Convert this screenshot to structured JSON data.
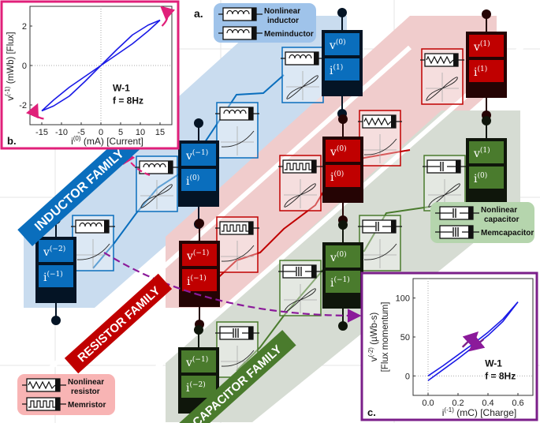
{
  "panel_a": {
    "label": "a.",
    "families": [
      {
        "name": "INDUCTOR FAMILY",
        "color": "#0a6ebd",
        "band": "#c9dcef",
        "box": "#0a6ebd",
        "dark": "#041425",
        "blocks": [
          {
            "v": "v",
            "vsup": "(−2)",
            "i": "i",
            "isup": "(−1)"
          },
          {
            "v": "v",
            "vsup": "(−1)",
            "i": "i",
            "isup": "(0)"
          },
          {
            "v": "v",
            "vsup": "(0)",
            "i": "i",
            "isup": "(1)"
          }
        ]
      },
      {
        "name": "RESISTOR FAMILY",
        "color": "#c00000",
        "band": "#f0cccc",
        "box": "#c00000",
        "dark": "#250404",
        "blocks": [
          {
            "v": "v",
            "vsup": "(−1)",
            "i": "i",
            "isup": "(−1)"
          },
          {
            "v": "v",
            "vsup": "(0)",
            "i": "i",
            "isup": "(0)"
          },
          {
            "v": "v",
            "vsup": "(1)",
            "i": "i",
            "isup": "(1)"
          }
        ]
      },
      {
        "name": "CAPACITOR FAMILY",
        "color": "#4a7b2d",
        "band": "#d6dcd3",
        "box": "#4a7b2d",
        "dark": "#0f160b",
        "blocks": [
          {
            "v": "v",
            "vsup": "(−1)",
            "i": "i",
            "isup": "(−2)"
          },
          {
            "v": "v",
            "vsup": "(0)",
            "i": "i",
            "isup": "(−1)"
          },
          {
            "v": "v",
            "vsup": "(1)",
            "i": "i",
            "isup": "(0)"
          }
        ]
      }
    ],
    "legends": {
      "inductor": {
        "line1": "Nonlinear",
        "line2": "inductor",
        "line3": "Meminductor",
        "bg": "#9fc3ea"
      },
      "resistor": {
        "line1": "Nonlinear",
        "line2": "resistor",
        "line3": "Memristor",
        "bg": "#f8b4b4"
      },
      "capacitor": {
        "line1": "Nonlinear",
        "line2": "capacitor",
        "line3": "Memcapacitor",
        "bg": "#b5d5ad"
      }
    }
  },
  "chart_data": [
    {
      "panel": "b.",
      "type": "line",
      "title": "",
      "xlabel_base": "i",
      "xlabel_sup": "(0)",
      "xlabel_rest": " (mA) [Current]",
      "ylabel_base": "v",
      "ylabel_sup": "(-1)",
      "ylabel_rest": " (mWb) [Flux]",
      "xlim": [
        -18,
        18
      ],
      "ylim": [
        -3,
        3
      ],
      "xticks": [
        "-15",
        "-10",
        "-5",
        "0",
        "5",
        "10",
        "15"
      ],
      "xtick_values": [
        -15,
        -10,
        -5,
        0,
        5,
        10,
        15
      ],
      "yticks": [
        "-2",
        "0",
        "2"
      ],
      "ytick_values": [
        -2,
        0,
        2
      ],
      "annotation_line1": "W-1",
      "annotation_line2": "f = 8Hz",
      "series": [
        {
          "name": "upper branch",
          "x": [
            -15,
            -12,
            -8,
            -4,
            0,
            4,
            8,
            12,
            15
          ],
          "y": [
            -2.3,
            -2.05,
            -1.55,
            -0.8,
            0,
            0.55,
            1.1,
            1.75,
            2.3
          ]
        },
        {
          "name": "lower branch",
          "x": [
            15,
            12,
            8,
            4,
            0,
            -4,
            -8,
            -12,
            -15
          ],
          "y": [
            2.3,
            2.05,
            1.55,
            0.8,
            0,
            -0.55,
            -1.1,
            -1.75,
            -2.3
          ]
        }
      ],
      "line_color": "#1a1ae6",
      "arrow_color": "#e0207a"
    },
    {
      "panel": "c.",
      "type": "line",
      "title": "",
      "xlabel_base": "i",
      "xlabel_sup": "(-1)",
      "xlabel_rest": " (mC) [Charge]",
      "ylabel_base": "v",
      "ylabel_sup": "(-2)",
      "ylabel_rest": " (µWb-s)",
      "ylabel_line2": "[Flux momentum]",
      "xlim": [
        -0.1,
        0.7
      ],
      "ylim": [
        -25,
        125
      ],
      "xticks": [
        "0.0",
        "0.2",
        "0.4",
        "0.6"
      ],
      "xtick_values": [
        0,
        0.2,
        0.4,
        0.6
      ],
      "yticks": [
        "0",
        "50",
        "100"
      ],
      "ytick_values": [
        0,
        50,
        100
      ],
      "annotation_line1": "W-1",
      "annotation_line2": "f = 8Hz",
      "series": [
        {
          "name": "upper branch",
          "x": [
            0,
            0.1,
            0.2,
            0.3,
            0.4,
            0.5,
            0.6
          ],
          "y": [
            0,
            13,
            27,
            41,
            56,
            73,
            95
          ]
        },
        {
          "name": "lower branch",
          "x": [
            0.6,
            0.5,
            0.4,
            0.3,
            0.2,
            0.1,
            0
          ],
          "y": [
            95,
            70,
            52,
            37,
            22,
            8,
            -6
          ]
        }
      ],
      "line_color": "#1a1ae6",
      "arrow_color": "#7b1f8a"
    }
  ]
}
